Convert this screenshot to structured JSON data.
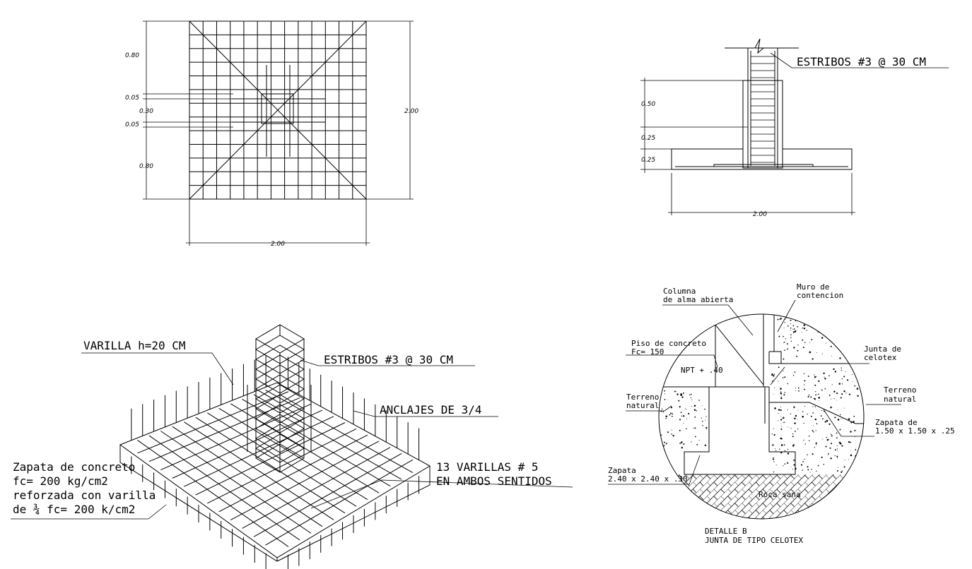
{
  "plan_view": {
    "dim_top": "0.80",
    "dim_gap1": "0.05",
    "dim_mid": "0.30",
    "dim_gap2": "0.05",
    "dim_bottom": "0.80",
    "dim_right": "2.00",
    "dim_width": "2.00"
  },
  "section_view": {
    "label_stirrups": "ESTRIBOS #3 @ 30 CM",
    "dim_050": "0.50",
    "dim_025a": "0.25",
    "dim_025b": "0.25",
    "dim_width": "2.00"
  },
  "iso_view": {
    "label_bar_height": "VARILLA h=20 CM",
    "label_stirrups": "ESTRIBOS #3 @ 30 CM",
    "label_anchors": "ANCLAJES DE 3/4",
    "label_bars_line1": "13 VARILLAS # 5",
    "label_bars_line2": "EN AMBOS SENTIDOS",
    "note_line1": "Zapata de concreto",
    "note_line2": "fc= 200 kg/cm2",
    "note_line3": "reforzada con varilla",
    "note_line4": "de ¾ fc= 200 k/cm2"
  },
  "detail_b": {
    "label_column_1": "Columna",
    "label_column_2": "de alma abierta",
    "label_wall_1": "Muro de",
    "label_wall_2": "contencion",
    "label_floor_1": "Piso de concreto",
    "label_floor_2": "Fc= 150",
    "label_npt": "NPT + .40",
    "label_joint_1": "Junta de",
    "label_joint_2": "celotex",
    "label_terrain_left_1": "Terreno",
    "label_terrain_left_2": "natural",
    "label_terrain_right_1": "Terreno",
    "label_terrain_right_2": "natural",
    "label_footing_r_1": "Zapata de",
    "label_footing_r_2": "1.50 x 1.50 x .25",
    "label_footing_l_1": "Zapata",
    "label_footing_l_2": "2.40 x 2.40 x .30",
    "label_rock": "Roca sana",
    "title_1": "DETALLE B",
    "title_2": "JUNTA DE TIPO CELOTEX"
  }
}
